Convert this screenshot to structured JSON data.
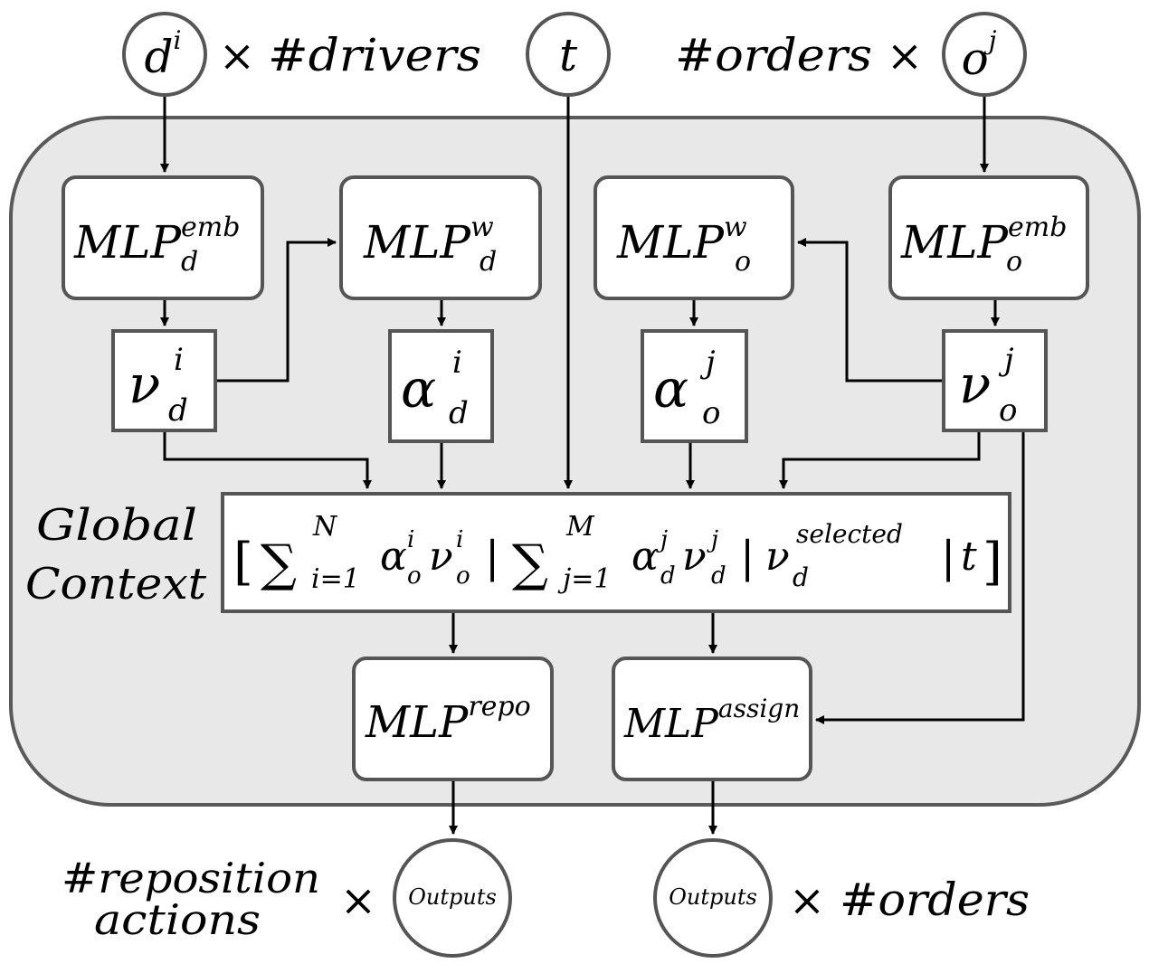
{
  "colors": {
    "background": "#ffffff",
    "panel_fill": "#e8e8e8",
    "panel_stroke": "#5a5a5a",
    "box_stroke": "#555555",
    "arrow": "#000000"
  },
  "inputs": {
    "driver": {
      "base": "d",
      "sup": "i",
      "times": "×",
      "count": "#drivers"
    },
    "time": {
      "label": "t"
    },
    "order": {
      "count": "#orders",
      "times": "×",
      "base": "o",
      "sup": "j"
    }
  },
  "mlps": {
    "driver_emb": {
      "base": "MLP",
      "sup": "emb",
      "sub": "d"
    },
    "driver_w": {
      "base": "MLP",
      "sup": "w",
      "sub": "d"
    },
    "order_w": {
      "base": "MLP",
      "sup": "w",
      "sub": "o"
    },
    "order_emb": {
      "base": "MLP",
      "sup": "emb",
      "sub": "o"
    },
    "repo": {
      "base": "MLP",
      "sup": "repo"
    },
    "assign": {
      "base": "MLP",
      "sup": "assign"
    }
  },
  "embeddings": {
    "nu_d": {
      "base": "ν",
      "sup": "i",
      "sub": "d"
    },
    "alpha_d": {
      "base": "α",
      "sup": "i",
      "sub": "d"
    },
    "alpha_o": {
      "base": "α",
      "sup": "j",
      "sub": "o"
    },
    "nu_o": {
      "base": "ν",
      "sup": "j",
      "sub": "o"
    }
  },
  "global_context": {
    "label_line1": "Global",
    "label_line2": "Context",
    "open_bracket": "[",
    "close_bracket": "]",
    "sum_symbol": "∑",
    "sum1_upper": "N",
    "sum1_lower": "i=1",
    "term1_alpha": "α",
    "term1_alpha_sup": "i",
    "term1_alpha_sub": "o",
    "term1_nu": "ν",
    "term1_nu_sup": "i",
    "term1_nu_sub": "o",
    "separator": "|",
    "sum2_upper": "M",
    "sum2_lower": "j=1",
    "term2_alpha": "α",
    "term2_alpha_sup": "j",
    "term2_alpha_sub": "d",
    "term2_nu": "ν",
    "term2_nu_sup": "j",
    "term2_nu_sub": "d",
    "term3_nu": "ν",
    "term3_nu_sup": "selected",
    "term3_nu_sub": "d",
    "term4": "t"
  },
  "outputs": {
    "repo": {
      "line1": "#reposition",
      "line2": "actions",
      "times": "×",
      "circle_label": "Outputs"
    },
    "assign": {
      "circle_label": "Outputs",
      "times": "×",
      "count": "#orders"
    }
  }
}
